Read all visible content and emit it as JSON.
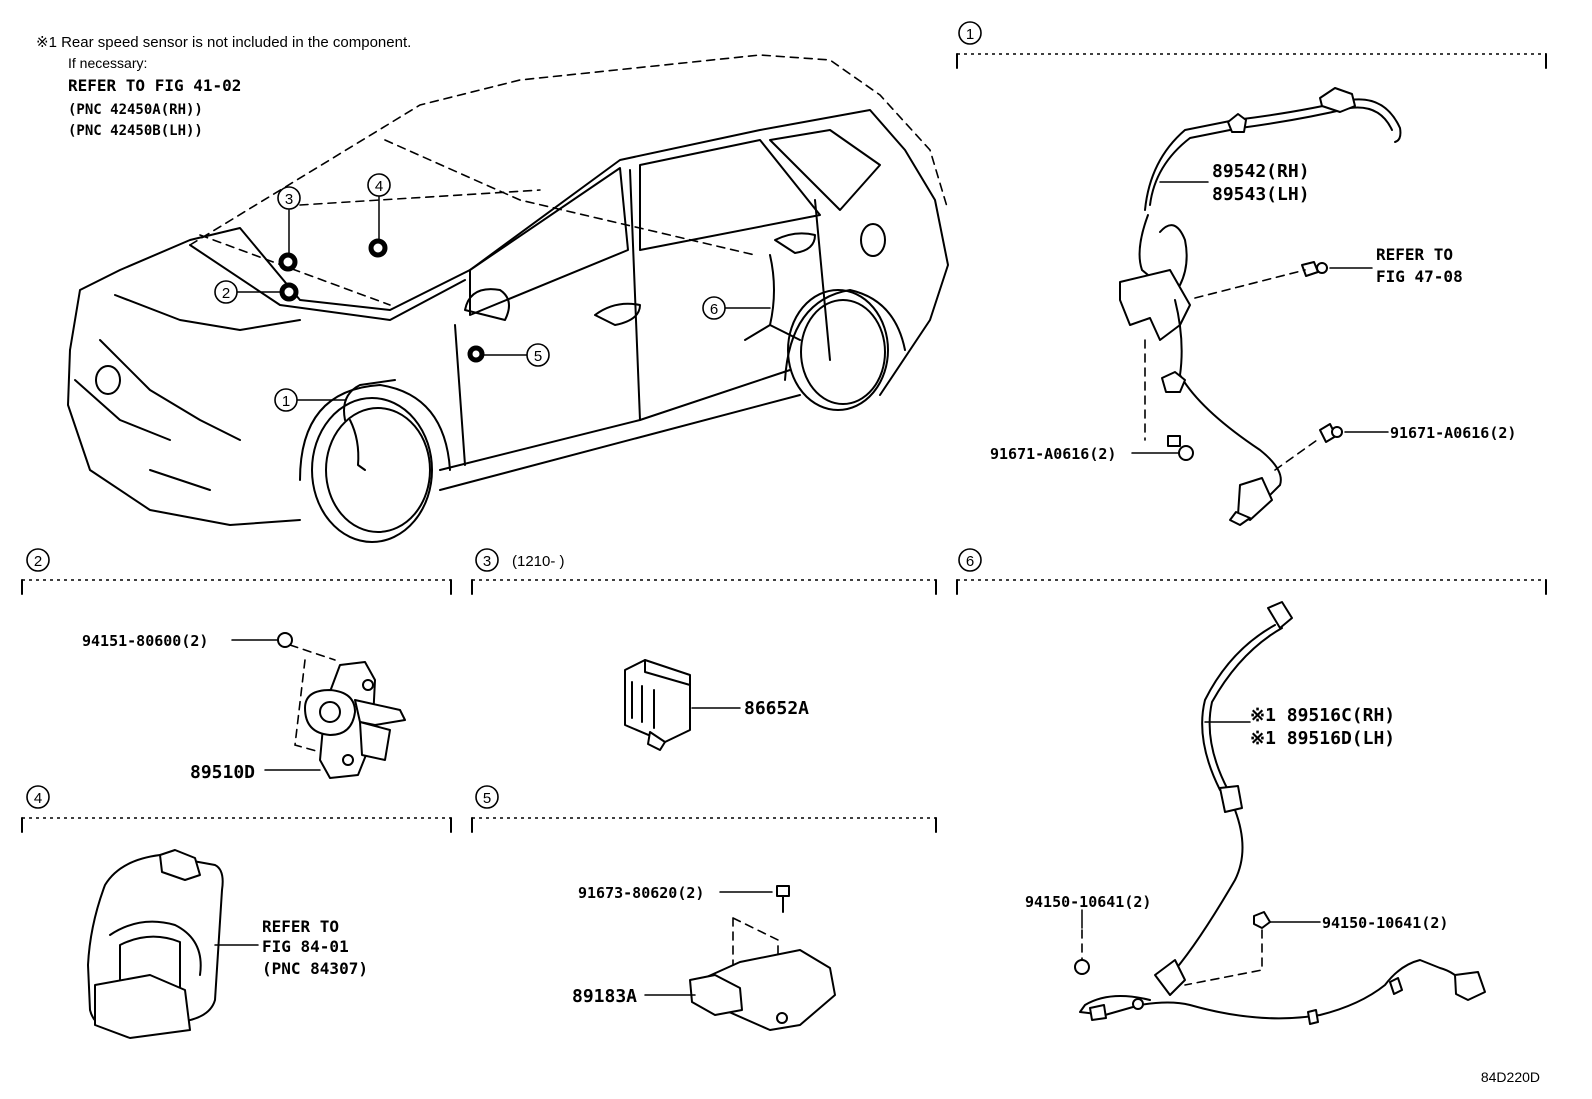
{
  "note": {
    "line1": "※1 Rear speed sensor is not included in the component.",
    "line2": "If necessary:",
    "line3": "REFER TO FIG 41-02",
    "line4": "(PNC 42450A(RH))",
    "line5": "(PNC 42450B(LH))"
  },
  "callouts": {
    "c1": "1",
    "c2": "2",
    "c3": "3",
    "c4": "4",
    "c5": "5",
    "c6": "6"
  },
  "sections": {
    "s1": {
      "num": "1"
    },
    "s2": {
      "num": "2"
    },
    "s3": {
      "num": "3",
      "extra": "(1210-      )"
    },
    "s4": {
      "num": "4"
    },
    "s5": {
      "num": "5"
    },
    "s6": {
      "num": "6"
    }
  },
  "labels": {
    "p89542": "89542(RH)",
    "p89543": "89543(LH)",
    "refer1a": "REFER TO",
    "refer1b": "FIG 47-08",
    "bolt1_left": "91671-A0616(2)",
    "bolt1_right": "91671-A0616(2)",
    "nut2": "94151-80600(2)",
    "p89510D": "89510D",
    "p86652A": "86652A",
    "refer4a": "REFER TO",
    "refer4b": "FIG 84-01",
    "refer4c": "(PNC 84307)",
    "bolt5": "91673-80620(2)",
    "p89183A": "89183A",
    "p89516C": "※1 89516C(RH)",
    "p89516D": "※1 89516D(LH)",
    "nut6_left": "94150-10641(2)",
    "nut6_right": "94150-10641(2)",
    "code": "84D220D"
  }
}
